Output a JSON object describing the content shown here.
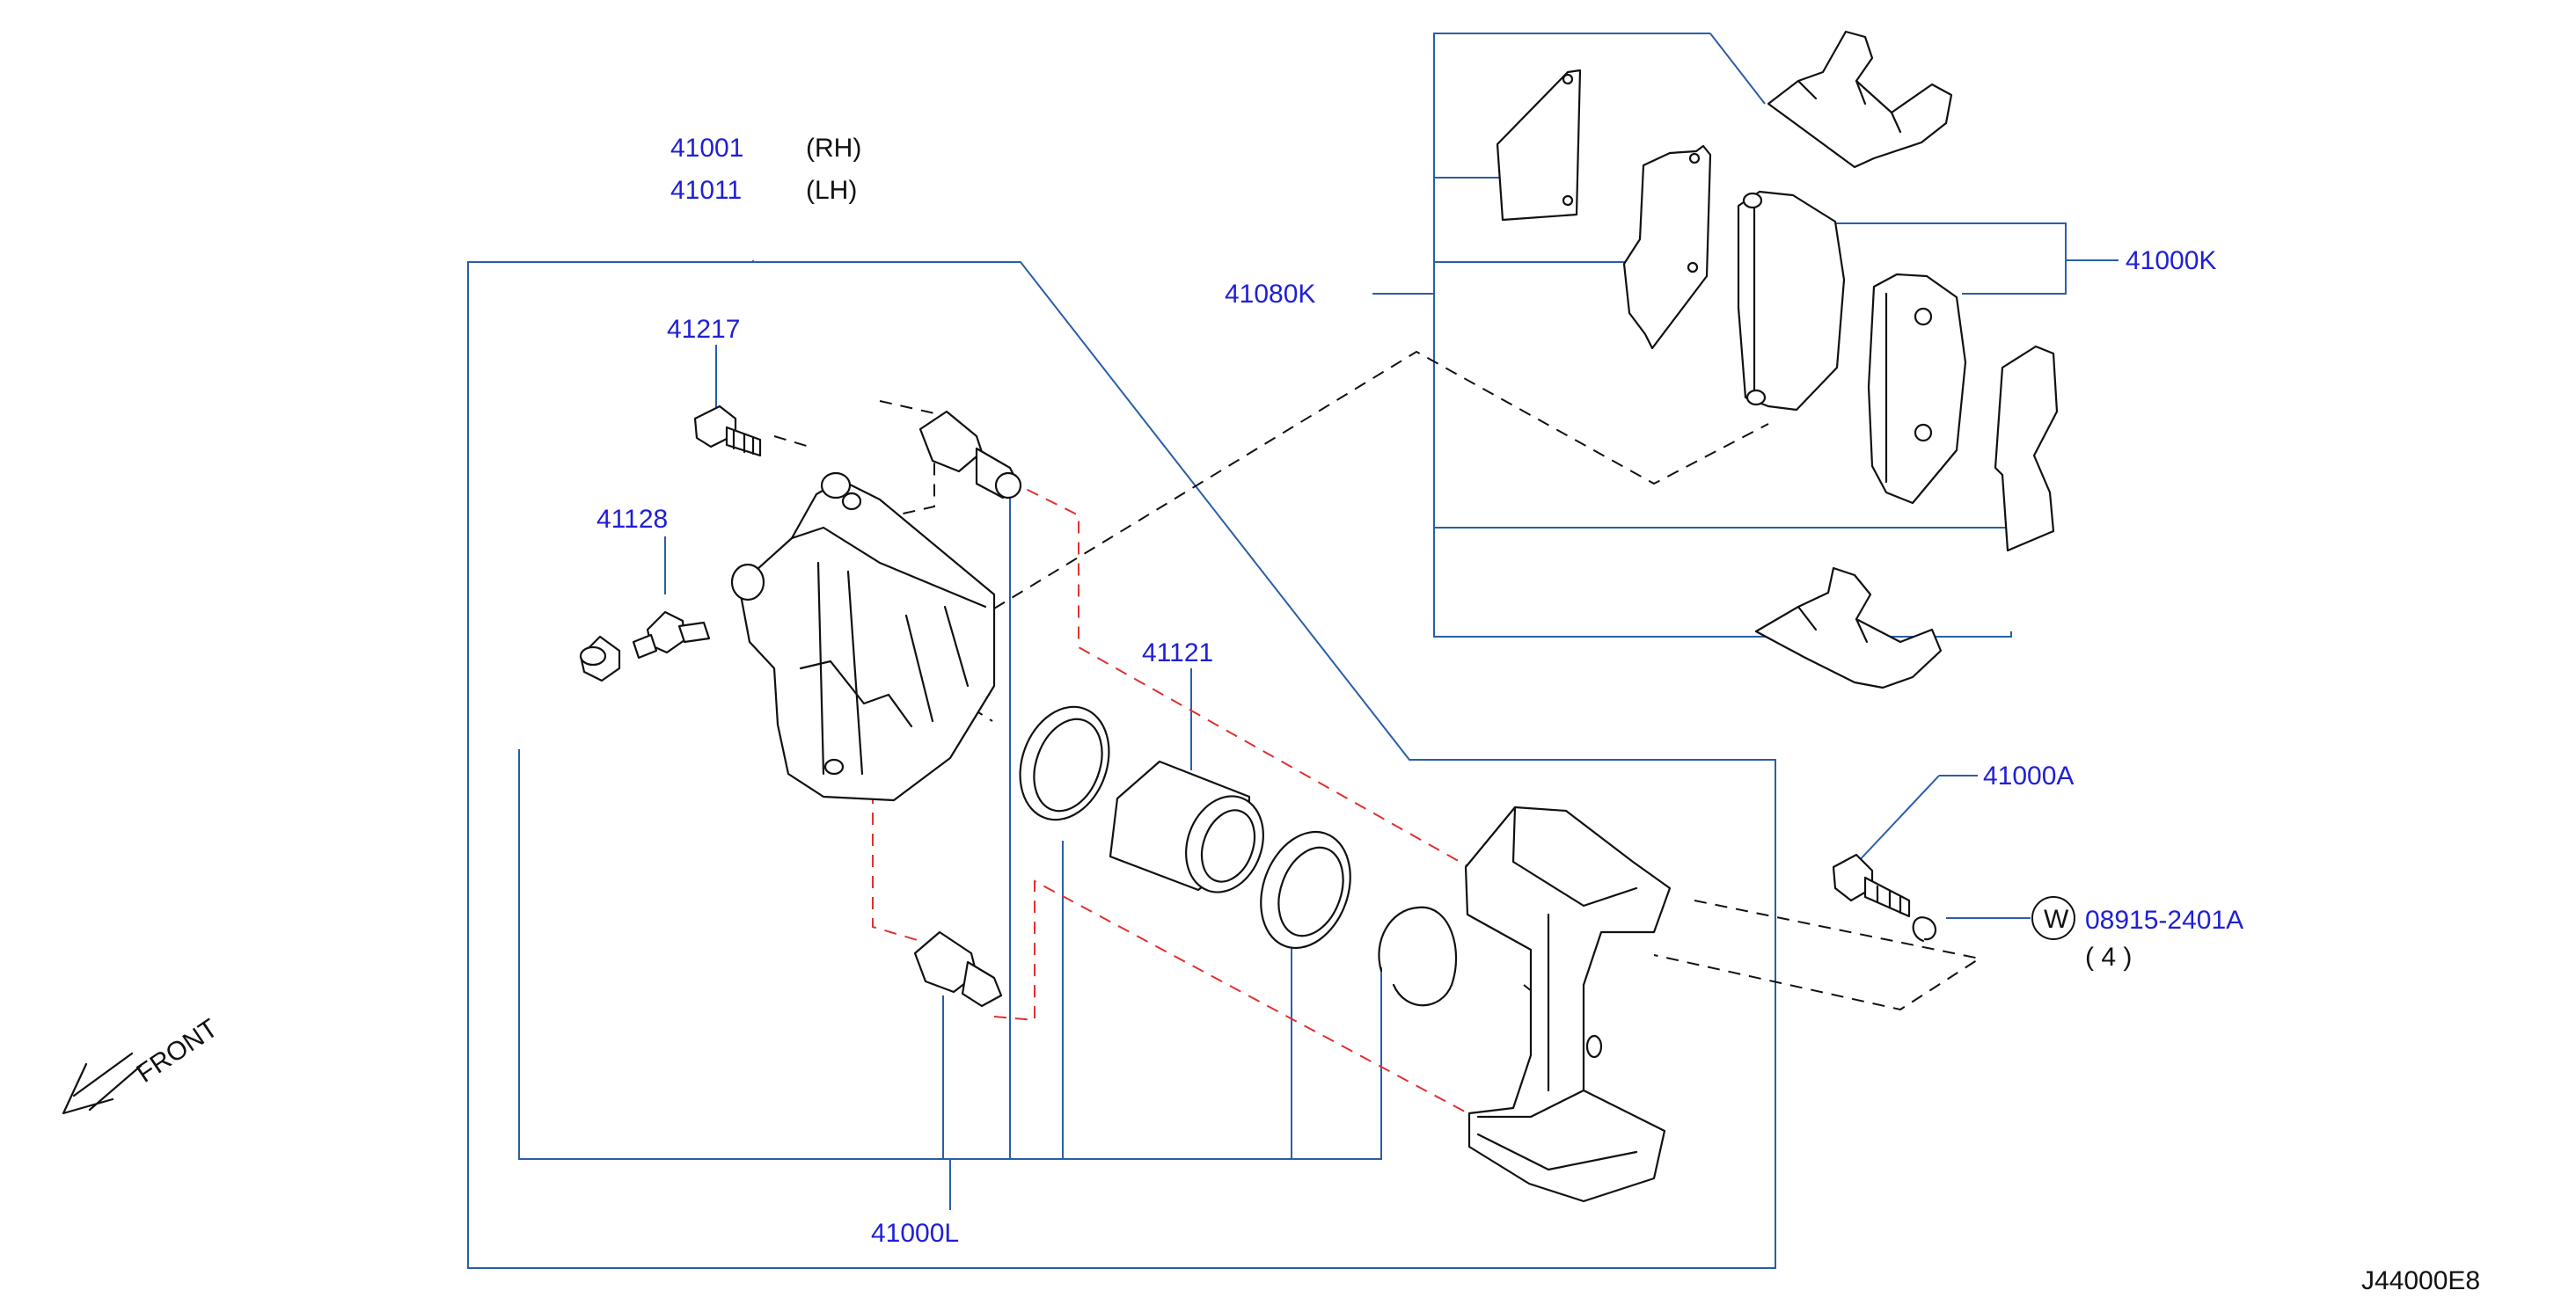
{
  "diagram_id": "J44000E8",
  "front_label": "FRONT",
  "parts": {
    "caliper_rh": {
      "number": "41001",
      "side": "(RH)"
    },
    "caliper_lh": {
      "number": "41011",
      "side": "(LH)"
    },
    "bolt_41217": {
      "number": "41217"
    },
    "bleeder_41128": {
      "number": "41128"
    },
    "piston_41121": {
      "number": "41121"
    },
    "seal_kit_41000L": {
      "number": "41000L"
    },
    "shim_kit_41080K": {
      "number": "41080K"
    },
    "pad_kit_41000K": {
      "number": "41000K"
    },
    "bolt_41000A": {
      "number": "41000A"
    },
    "washer": {
      "badge": "W",
      "number": "08915-2401A",
      "qty": "( 4 )"
    }
  },
  "colors": {
    "part_number": "#1f1fd6",
    "leader_line": "#2a5ea8",
    "assembly_dash_red": "#e03030",
    "assembly_dash_black": "#111111",
    "drawing": "#111111"
  }
}
